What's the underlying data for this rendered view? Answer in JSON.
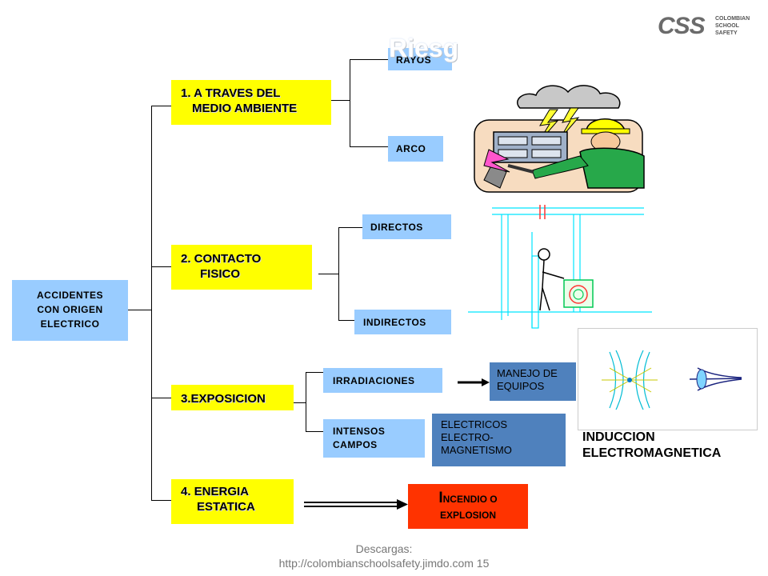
{
  "logo": {
    "mark": "CSS",
    "line1": "COLOMBIAN",
    "line2": "SCHOOL",
    "line3": "SAFETY"
  },
  "title_fragment": "Riesg",
  "root": {
    "lines": [
      "ACCIDENTES",
      "CON ORIGEN",
      "ELECTRICO"
    ]
  },
  "categories": [
    {
      "line1": "1. A TRAVES DEL",
      "line2": "MEDIO AMBIENTE"
    },
    {
      "line1": "2. CONTACTO",
      "line2": "FISICO"
    },
    {
      "line1": "3.EXPOSICION",
      "line2": ""
    },
    {
      "line1": "4. ENERGIA",
      "line2": "ESTATICA"
    }
  ],
  "leaves": {
    "rayos": "RAYOS",
    "arco": "ARCO",
    "directos": "DIRECTOS",
    "indirectos": "INDIRECTOS",
    "irradiaciones": "IRRADIACIONES",
    "intensos_line1": "INTENSOS",
    "intensos_line2": "CAMPOS"
  },
  "outcomes": {
    "manejo_line1": "MANEJO DE",
    "manejo_line2": "EQUIPOS",
    "electricos_line1": "ELECTRICOS",
    "electricos_line2": "ELECTRO-",
    "electricos_line3": "MAGNETISMO",
    "incendio_cap": "I",
    "incendio_rest": "NCENDIO O",
    "incendio_line2": "EXPLOSION"
  },
  "induccion": {
    "line1": "INDUCCION",
    "line2": "ELECTROMAGNETICA"
  },
  "footer": {
    "line1": "Descargas:",
    "line2": "http://colombianschoolsafety.jimdo.com 15"
  },
  "colors": {
    "yellow": "#ffff00",
    "light_blue": "#99ccff",
    "steel_blue": "#4f81bd",
    "orange_red": "#ff3300"
  }
}
